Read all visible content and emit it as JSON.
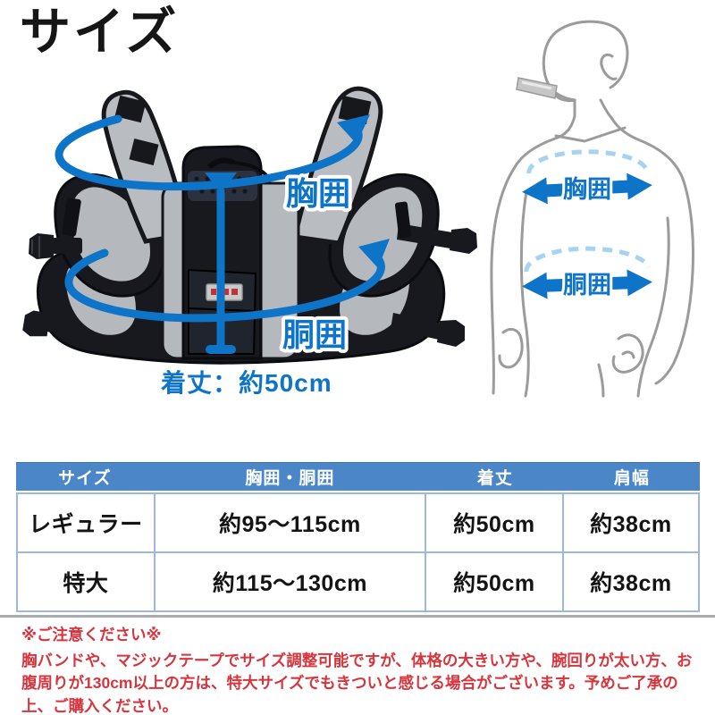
{
  "page": {
    "title": "サイズ"
  },
  "vest_diagram": {
    "chest_label": "胸囲",
    "girth_label": "胴囲",
    "length_label": "着丈：約50cm"
  },
  "body_diagram": {
    "chest_label": "胸囲",
    "girth_label": "胴囲"
  },
  "size_table": {
    "headers": [
      "サイズ",
      "胸囲・胴囲",
      "着丈",
      "肩幅"
    ],
    "rows": [
      [
        "レギュラー",
        "約95～115cm",
        "約50cm",
        "約38cm"
      ],
      [
        "特大",
        "約115～130cm",
        "約50cm",
        "約38cm"
      ]
    ]
  },
  "notes": {
    "title": "※ご注意ください※",
    "body": "胸バンドや、マジックテープでサイズ調整可能ですが、体格の大きい方や、腕回りが太い方、お腹周りが130cm以上の方は、特大サイズでもきついと感じる場合がございます。予めご了承の上、ご購入ください。"
  },
  "colors": {
    "accent_blue": "#0e74c8",
    "dash_blue": "#a5d3f1",
    "table_header_blue": "#4a86c8",
    "table_border_blue": "#9cb8da",
    "note_red": "#d6353d"
  }
}
